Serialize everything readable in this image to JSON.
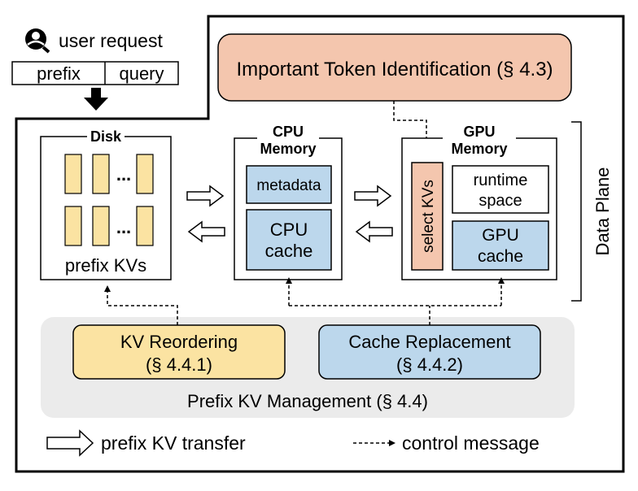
{
  "user_request": {
    "label": "user request",
    "prefix": "prefix",
    "query": "query"
  },
  "important_token": {
    "label": "Important Token Identification (§ 4.3)",
    "color": "#f4c6ae"
  },
  "disk": {
    "title": "Disk",
    "ellipsis": "...",
    "prefix_kvs": "prefix KVs",
    "block_color": "#fbe3a2"
  },
  "cpu_memory": {
    "title_line1": "CPU",
    "title_line2": "Memory",
    "metadata": "metadata",
    "cache_line1": "CPU",
    "cache_line2": "cache",
    "color": "#bcd7ec"
  },
  "gpu_memory": {
    "title_line1": "GPU",
    "title_line2": "Memory",
    "select_kvs": "select KVs",
    "runtime_line1": "runtime",
    "runtime_line2": "space",
    "cache_line1": "GPU",
    "cache_line2": "cache"
  },
  "data_plane": {
    "label": "Data Plane"
  },
  "management": {
    "kv_reordering_line1": "KV Reordering",
    "kv_reordering_line2": "(§ 4.4.1)",
    "cache_replacement_line1": "Cache Replacement",
    "cache_replacement_line2": "(§ 4.4.2)",
    "caption": "Prefix KV Management (§ 4.4)",
    "panel_color": "#ebebeb"
  },
  "legend": {
    "transfer": "prefix KV transfer",
    "control": "control message"
  }
}
